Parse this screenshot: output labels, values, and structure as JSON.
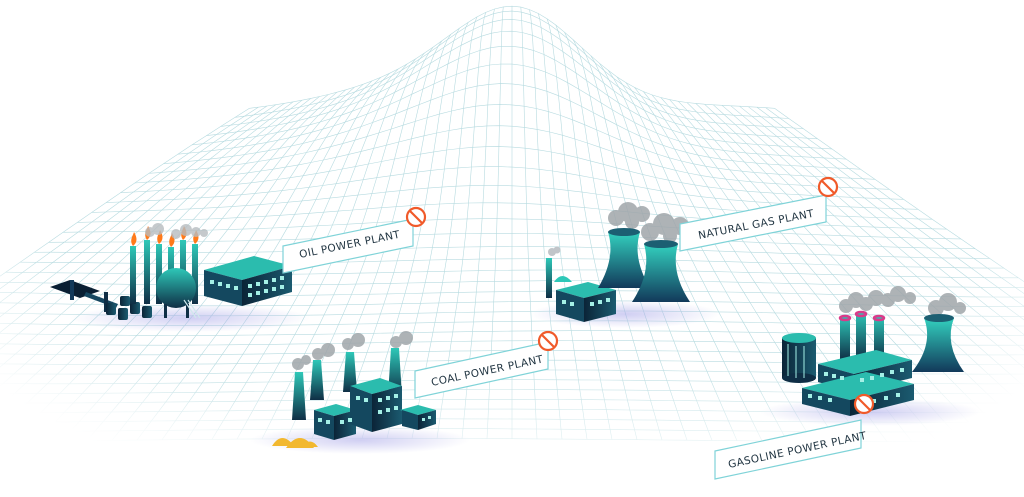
{
  "scene": {
    "colors": {
      "teal_light": "#2ec8b8",
      "teal_dark": "#0f2e45",
      "navy": "#0a1f33",
      "grid": "#9fcfd6",
      "smoke": "#9aa1a6",
      "flame": "#ff7a1a",
      "ban": "#f05a2a",
      "label_border": "#7fd3d8",
      "coal": "#f2b830",
      "ring": "#d93a8a"
    },
    "plants": [
      {
        "label": "OIL POWER PLANT",
        "icon": "prohibited-icon"
      },
      {
        "label": "NATURAL GAS PLANT",
        "icon": "prohibited-icon"
      },
      {
        "label": "COAL POWER PLANT",
        "icon": "prohibited-icon"
      },
      {
        "label": "GASOLINE POWER PLANT",
        "icon": "prohibited-icon"
      }
    ]
  }
}
